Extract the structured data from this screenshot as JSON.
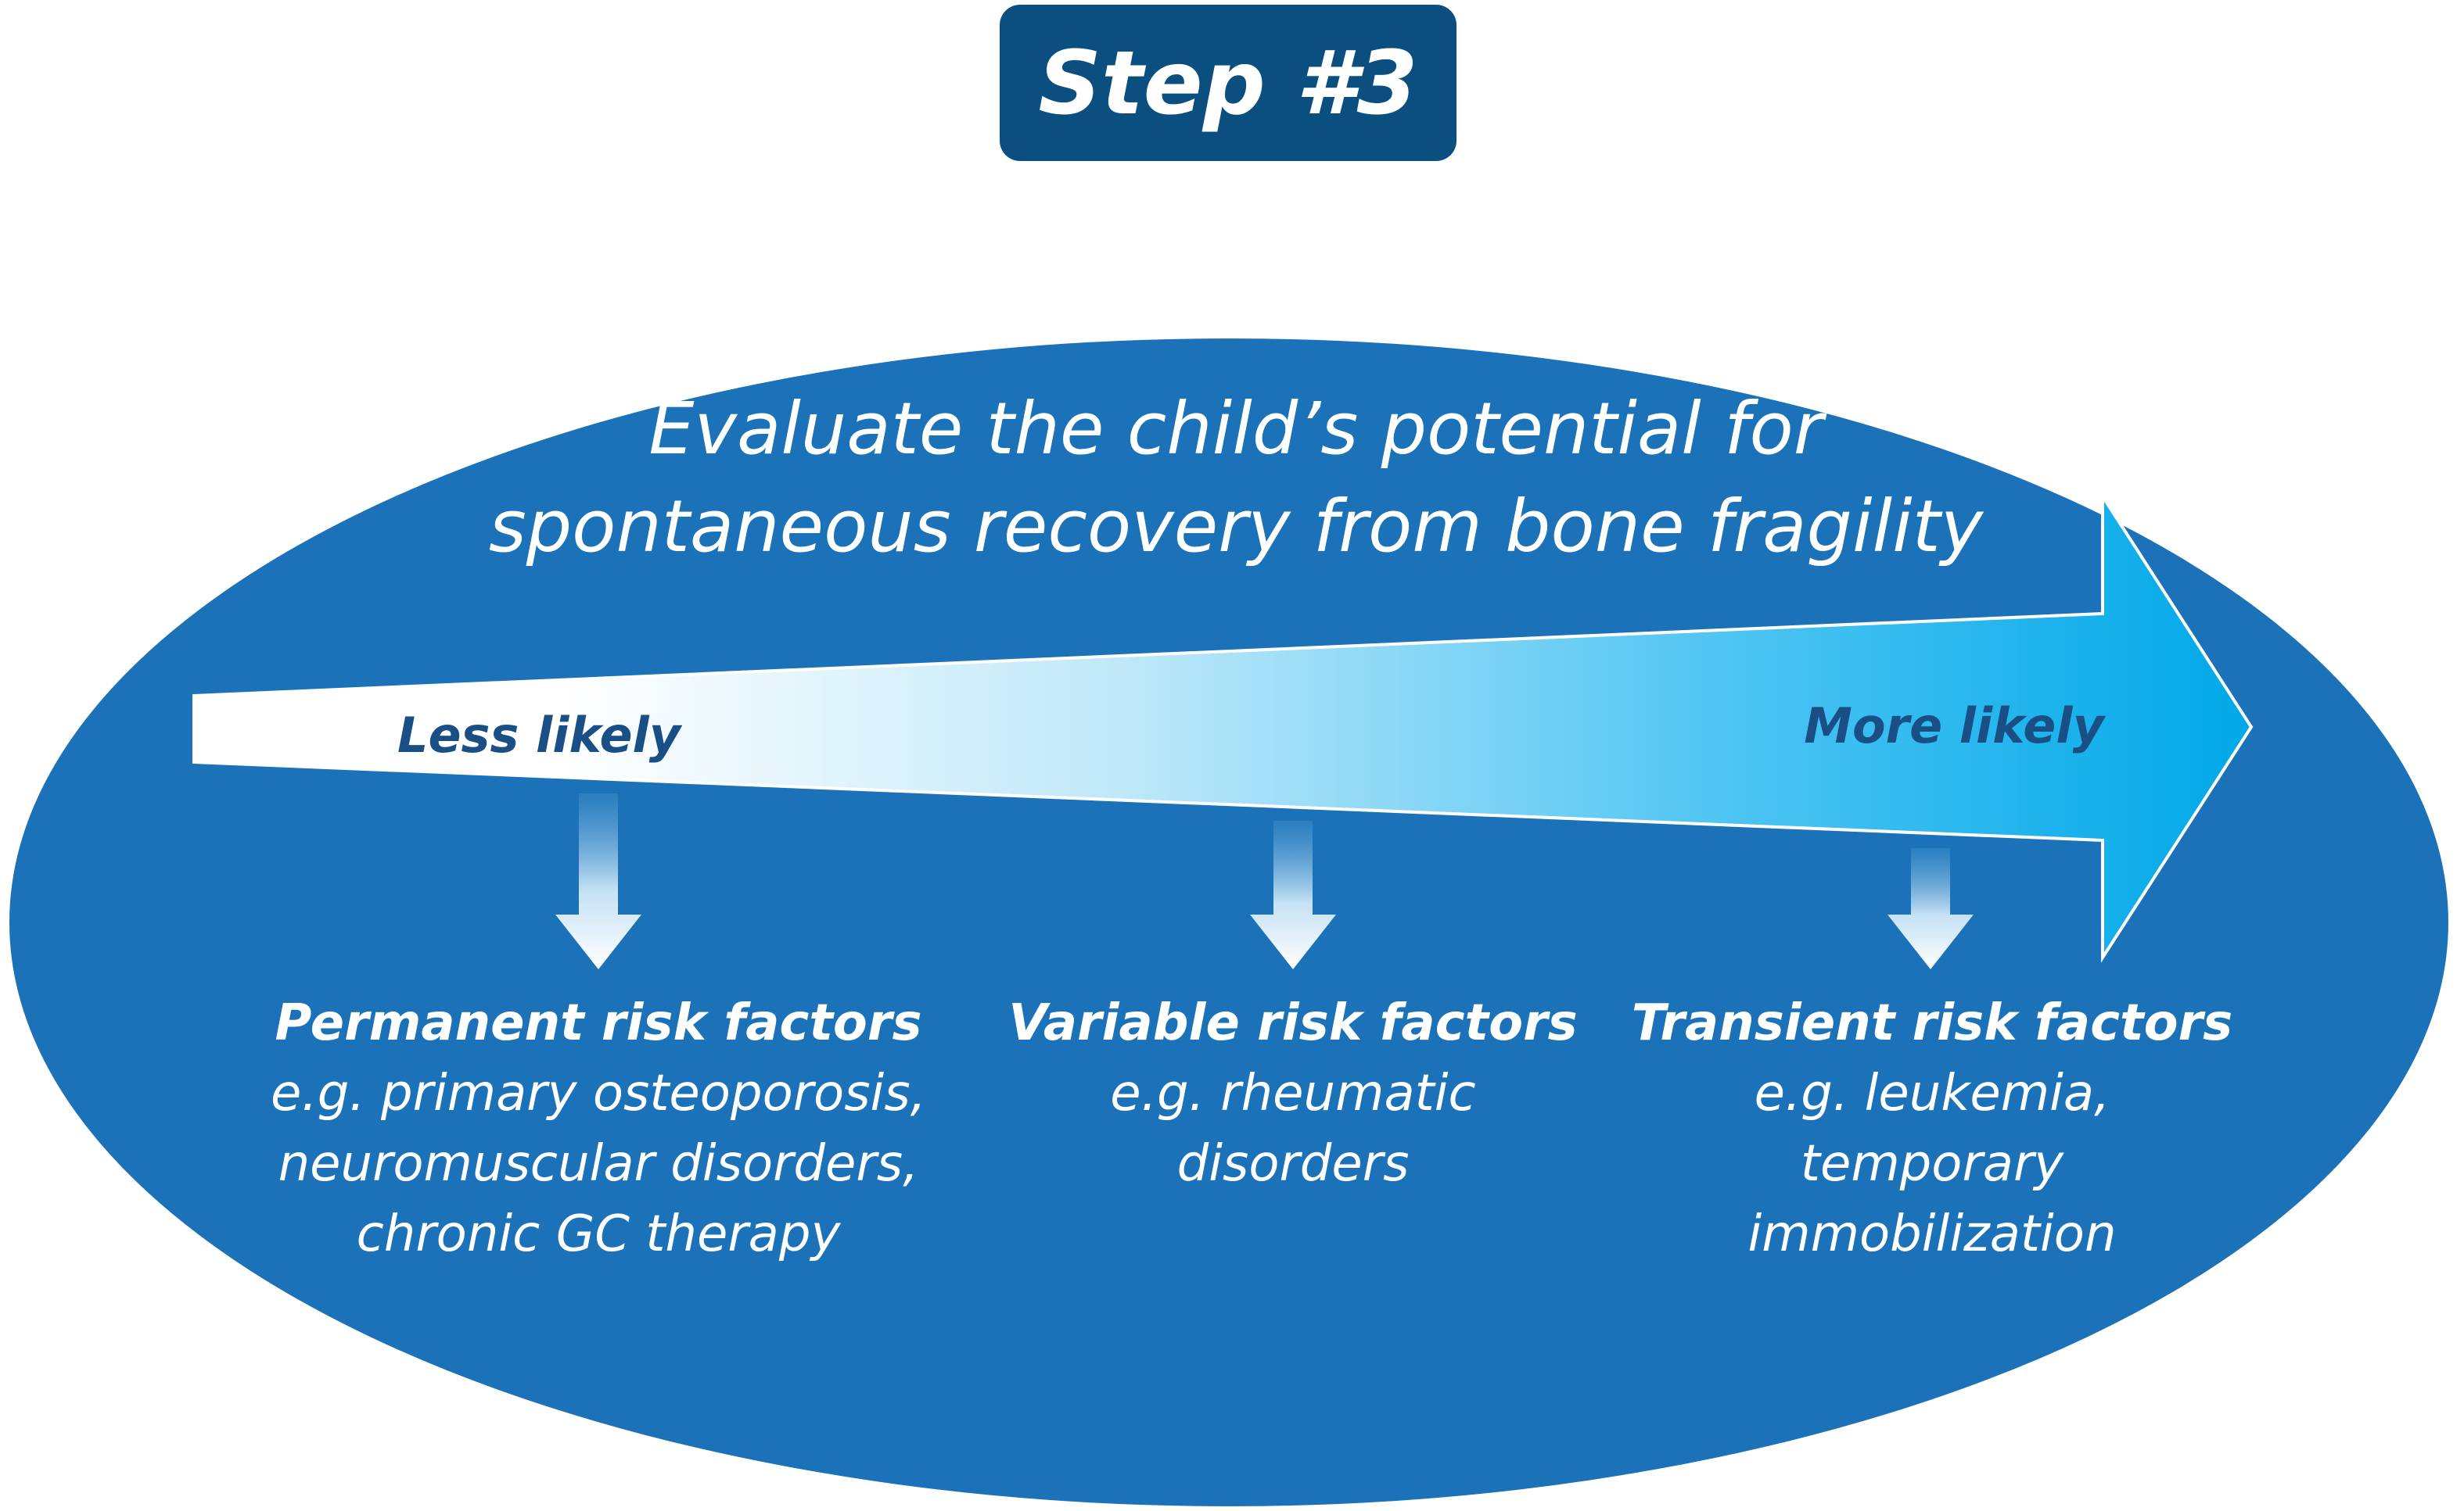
{
  "colors": {
    "background": "#ffffff",
    "ellipse": "#1b72b8",
    "step_badge": "#0b4e80",
    "text_light": "#ffffff",
    "text_dark": "#1a4f86",
    "arrow_start": "#ffffff",
    "arrow_end": "#00a8e8"
  },
  "step_badge": {
    "label": "Step #3"
  },
  "heading": {
    "line1": "Evaluate the child’s potential for",
    "line2": "spontaneous recovery from bone fragility"
  },
  "scale_arrow": {
    "start_label": "Less likely",
    "end_label": "More likely"
  },
  "factors": [
    {
      "title": "Permanent risk factors",
      "examples": [
        "e.g. primary osteoporosis,",
        "neuromuscular disorders,",
        "chronic GC therapy"
      ]
    },
    {
      "title": "Variable risk factors",
      "examples": [
        "e.g. rheumatic",
        "disorders"
      ]
    },
    {
      "title": "Transient risk factors",
      "examples": [
        "e.g. leukemia,",
        "temporary",
        "immobilization"
      ]
    }
  ],
  "icons": [
    "down-arrow-icon",
    "down-arrow-icon",
    "down-arrow-icon"
  ]
}
